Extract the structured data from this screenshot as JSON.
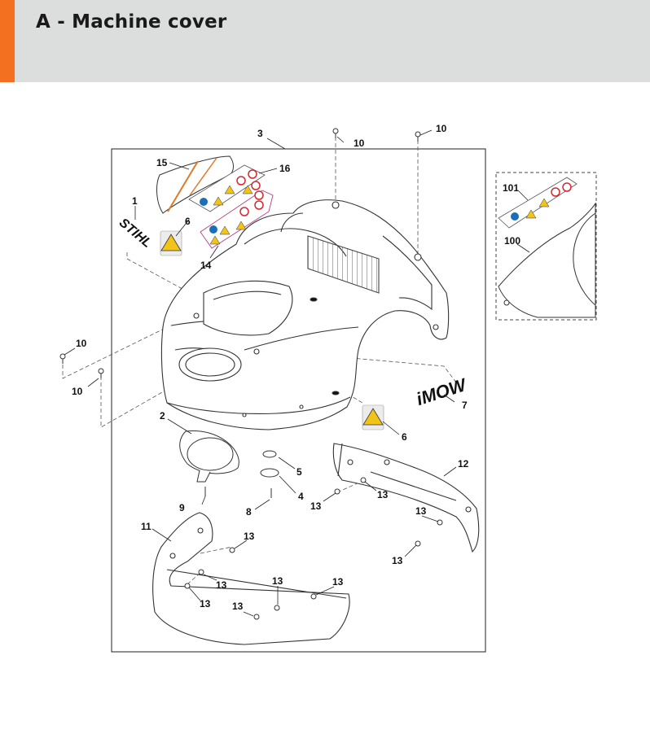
{
  "header": {
    "title": "A - Machine cover"
  },
  "colors": {
    "accent": "#f37021",
    "header_bg": "#dcdedd",
    "warning_yellow": "#f2c318",
    "prohibit_red": "#d8262e",
    "mandatory_blue": "#1b6fb8"
  },
  "callouts": {
    "c1": "1",
    "c2": "2",
    "c3": "3",
    "c4": "4",
    "c5": "5",
    "c6a": "6",
    "c6b": "6",
    "c7": "7",
    "c8": "8",
    "c9": "9",
    "c10a": "10",
    "c10b": "10",
    "c10c": "10",
    "c10d": "10",
    "c11": "11",
    "c12": "12",
    "c13a": "13",
    "c13b": "13",
    "c13c": "13",
    "c13d": "13",
    "c13e": "13",
    "c13f": "13",
    "c13g": "13",
    "c13h": "13",
    "c13i": "13",
    "c13j": "13",
    "c14": "14",
    "c15": "15",
    "c16": "16",
    "c100": "100",
    "c101": "101"
  },
  "logos": {
    "stihl": "STIHL",
    "imow": "iMOW"
  }
}
